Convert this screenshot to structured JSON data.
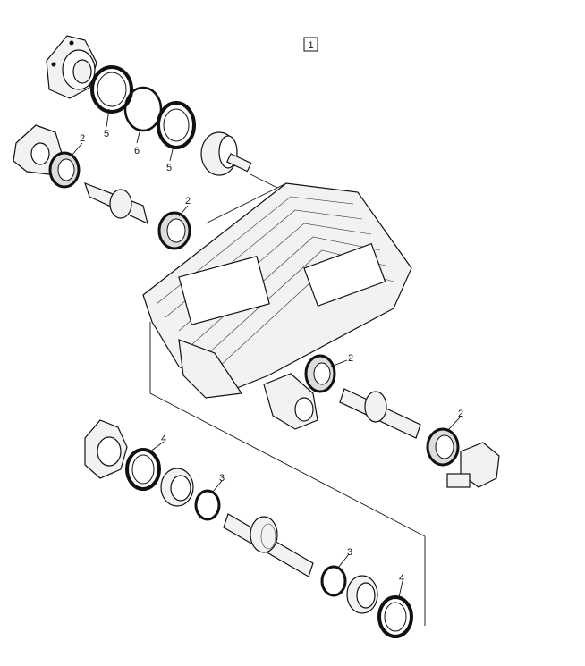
{
  "figure": {
    "box_label": "1",
    "callouts": [
      {
        "id": "c-5a",
        "text": "5"
      },
      {
        "id": "c-6",
        "text": "6"
      },
      {
        "id": "c-5b",
        "text": "5"
      },
      {
        "id": "c-2a",
        "text": "2"
      },
      {
        "id": "c-2b",
        "text": "2"
      },
      {
        "id": "c-2c",
        "text": "2"
      },
      {
        "id": "c-2d",
        "text": "2"
      },
      {
        "id": "c-4a",
        "text": "4"
      },
      {
        "id": "c-3a",
        "text": "3"
      },
      {
        "id": "c-3b",
        "text": "3"
      },
      {
        "id": "c-4b",
        "text": "4"
      }
    ]
  }
}
